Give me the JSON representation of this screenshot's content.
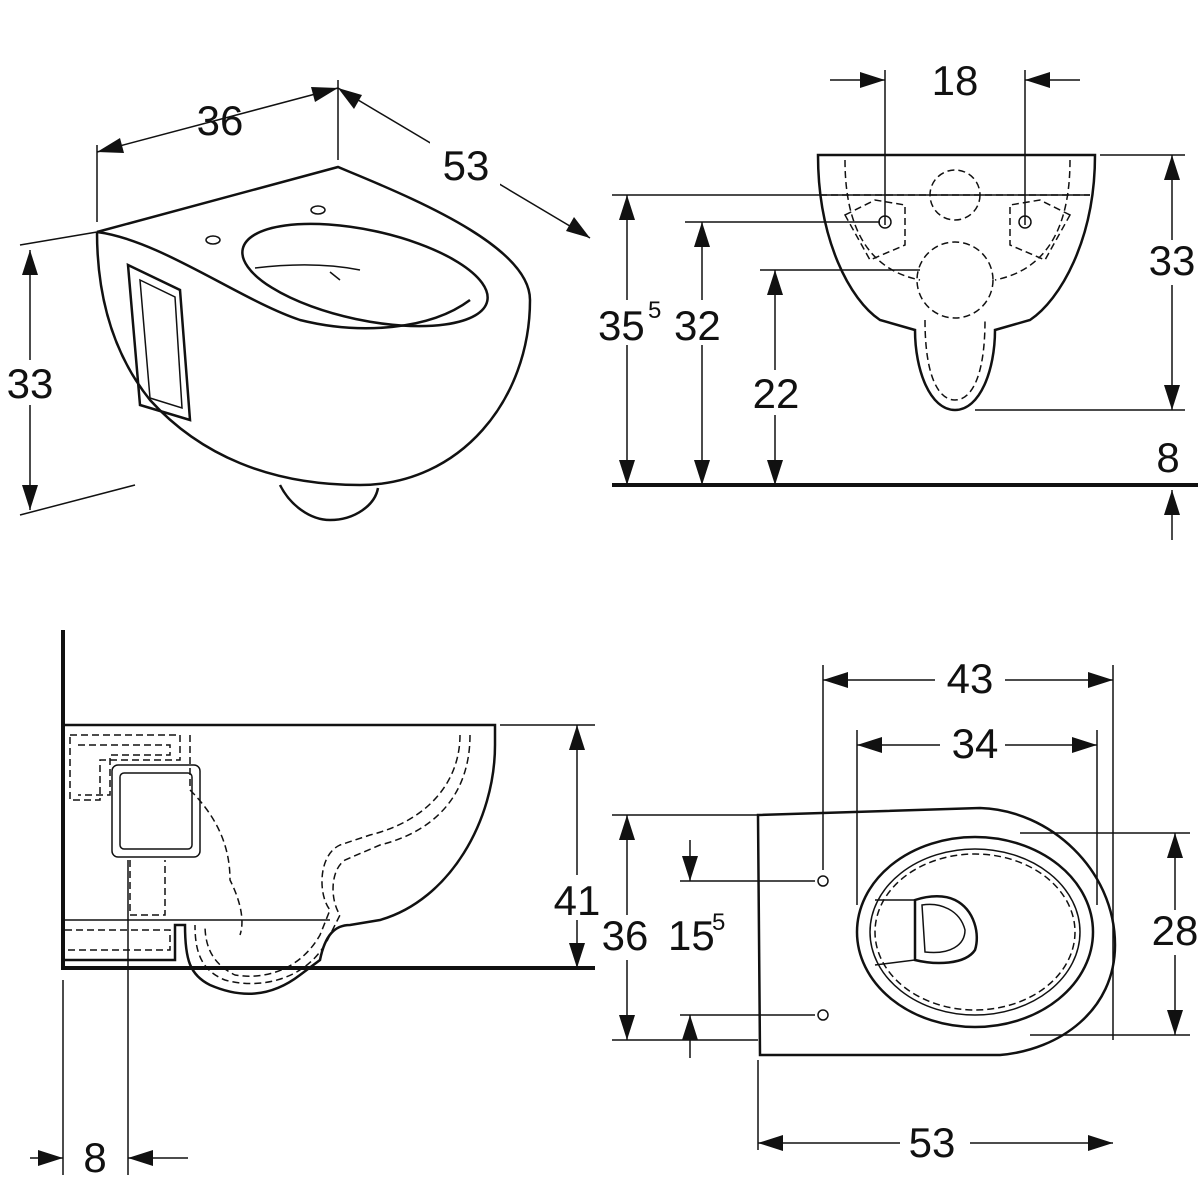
{
  "views": {
    "perspective": {
      "width": "36",
      "depth": "53",
      "height": "33"
    },
    "front": {
      "bolt_spacing": "18",
      "total_height": "35",
      "total_height_sup": "5",
      "bolt_height": "32",
      "outlet_height": "22",
      "bowl_height": "33",
      "floor_gap": "8"
    },
    "side": {
      "overall_height": "41",
      "wall_offset": "8"
    },
    "top": {
      "outer_width": "43",
      "inner_width": "34",
      "length": "53",
      "depth": "36",
      "bolt_spacing": "15",
      "bolt_spacing_sup": "5",
      "bowl_depth": "28"
    }
  }
}
